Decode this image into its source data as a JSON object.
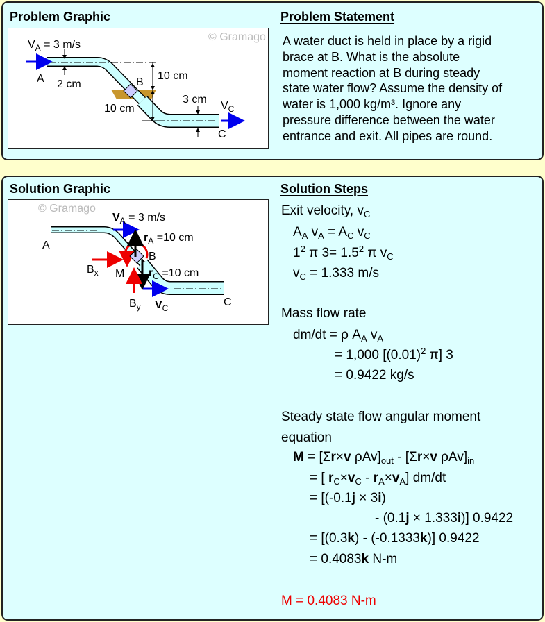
{
  "problem": {
    "graphic_title": "Problem Graphic",
    "statement_title": "Problem Statement",
    "statement_lines": [
      "A water duct is held in place by a rigid",
      "brace at B. What is the absolute",
      "moment reaction at B during steady",
      "state water flow? Assume the density of",
      "water is  1,000 kg/m³. Ignore any",
      "pressure difference between the water",
      "entrance and exit. All pipes are round."
    ],
    "diagram": {
      "watermark": "© Gramago",
      "va_label": "V",
      "va_sub": "A",
      "va_value": " = 3 m/s",
      "a": "A",
      "b": "B",
      "c": "C",
      "d_a": "2 cm",
      "d_c": "3 cm",
      "h1": "10 cm",
      "h2": "10 cm",
      "vc_label": "V",
      "vc_sub": "C"
    }
  },
  "solution": {
    "graphic_title": "Solution Graphic",
    "steps_title": "Solution Steps",
    "diagram": {
      "watermark": "© Gramago",
      "va": "V",
      "va_sub": "A",
      "va_value": " = 3 m/s",
      "ra": "r",
      "ra_sub": "A",
      "ra_value": " =10 cm",
      "rc": "r",
      "rc_sub": "C",
      "rc_value": " =10 cm",
      "a": "A",
      "b": "B",
      "c": "C",
      "m": "M",
      "bx": "B",
      "bx_sub": "x",
      "by": "B",
      "by_sub": "y",
      "vc": "V",
      "vc_sub": "C"
    },
    "steps": [
      [
        [
          "Exit velocity, v"
        ],
        [
          "C",
          "sub"
        ]
      ],
      [
        [
          "A"
        ],
        [
          "A",
          "sub"
        ],
        [
          " v"
        ],
        [
          "A",
          "sub"
        ],
        [
          " = A"
        ],
        [
          "C",
          "sub"
        ],
        [
          " v"
        ],
        [
          "C",
          "sub"
        ]
      ],
      [
        [
          "1"
        ],
        [
          "2",
          "sup"
        ],
        [
          " π 3= 1.5"
        ],
        [
          "2",
          "sup"
        ],
        [
          " π v"
        ],
        [
          "C",
          "sub"
        ]
      ],
      [
        [
          "v"
        ],
        [
          "C",
          "sub"
        ],
        [
          " = 1.333 m/s"
        ]
      ],
      [
        [
          "Mass flow rate"
        ]
      ],
      [
        [
          "dm/dt = ρ A"
        ],
        [
          "A",
          "sub"
        ],
        [
          " v"
        ],
        [
          "A",
          "sub"
        ]
      ],
      [
        [
          "= 1,000 [(0.01)"
        ],
        [
          "2",
          "sup"
        ],
        [
          " π] 3"
        ]
      ],
      [
        [
          "= 0.9422 kg/s"
        ]
      ],
      [
        [
          "Steady state flow angular moment"
        ]
      ],
      [
        [
          "equation"
        ]
      ],
      [
        [
          "M",
          "b"
        ],
        [
          " = [Σ"
        ],
        [
          "r",
          "b"
        ],
        [
          "×"
        ],
        [
          "v",
          "b"
        ],
        [
          " ρAv]"
        ],
        [
          "out",
          "sub"
        ],
        [
          " - [Σ"
        ],
        [
          "r",
          "b"
        ],
        [
          "×"
        ],
        [
          "v",
          "b"
        ],
        [
          " ρAv]"
        ],
        [
          "in",
          "sub"
        ]
      ],
      [
        [
          "= [ "
        ],
        [
          "r",
          "b"
        ],
        [
          "C",
          "sub"
        ],
        [
          "×"
        ],
        [
          "v",
          "b"
        ],
        [
          "C",
          "sub"
        ],
        [
          " - "
        ],
        [
          "r",
          "b"
        ],
        [
          "A",
          "sub"
        ],
        [
          "×"
        ],
        [
          "v",
          "b"
        ],
        [
          "A",
          "sub"
        ],
        [
          "] dm/dt"
        ]
      ],
      [
        [
          "= [(-0.1"
        ],
        [
          "j",
          "b"
        ],
        [
          " × 3"
        ],
        [
          "i",
          "b"
        ],
        [
          ")"
        ]
      ],
      [
        [
          "- (0.1"
        ],
        [
          "j",
          "b"
        ],
        [
          " × 1.333"
        ],
        [
          "i",
          "b"
        ],
        [
          ")] 0.9422"
        ]
      ],
      [
        [
          "= [(0.3"
        ],
        [
          "k",
          "b"
        ],
        [
          ") - (-0.1333"
        ],
        [
          "k",
          "b"
        ],
        [
          ")] 0.9422"
        ]
      ],
      [
        [
          "= 0.4083"
        ],
        [
          "k",
          "b"
        ],
        [
          " N-m"
        ]
      ],
      [
        [
          "M = 0.4083 N-m"
        ]
      ]
    ]
  },
  "colors": {
    "background": "#ffffcc",
    "panel": "#ddffff",
    "pipe": "#ccffff",
    "velocity": "#0000ee",
    "reaction": "#ee0000",
    "answer": "#ee0000"
  }
}
